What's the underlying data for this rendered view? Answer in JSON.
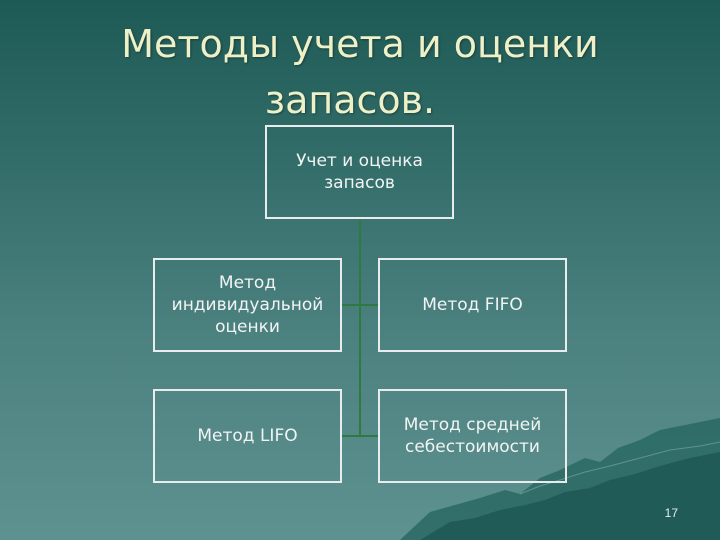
{
  "slide": {
    "title_line1": "Методы учета и оценки",
    "title_line2": "запасов.",
    "page_number": "17"
  },
  "diagram": {
    "root": "Учет и оценка\nзапасов",
    "nodes": [
      "Метод\nиндивидуальной\nоценки",
      "Метод FIFO",
      "Метод LIFO",
      "Метод средней\nсебестоимости"
    ]
  },
  "colors": {
    "background_top": "#1e5a55",
    "background_bottom": "#5e9290",
    "title_text": "#eef0c8",
    "box_border": "#e9ecec",
    "connector_line": "#2f7a3e"
  }
}
